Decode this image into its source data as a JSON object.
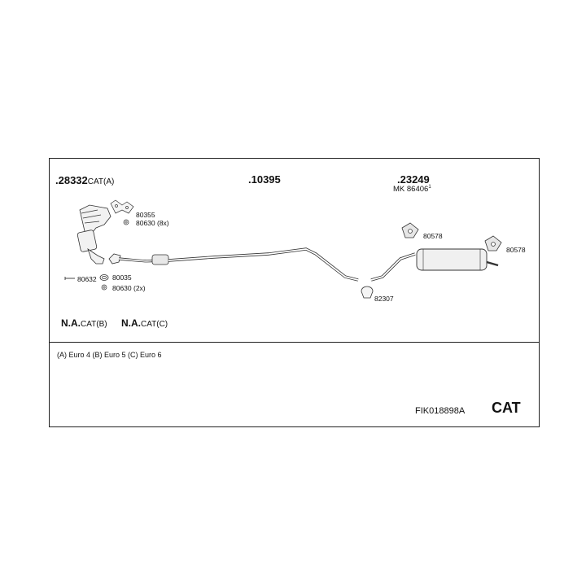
{
  "parts": {
    "front": {
      "number": ".28332",
      "suffix": "CAT(A)"
    },
    "middle": {
      "number": ".10395"
    },
    "rear": {
      "number": ".23249",
      "mk": "MK  86406",
      "mk_sup": "1"
    }
  },
  "labels": {
    "l80355": "80355",
    "l80630_8x": "80630 (8x)",
    "l80632": "80632",
    "l80035": "80035",
    "l80630_2x": "80630 (2x)",
    "l82307": "82307",
    "l80578_a": "80578",
    "l80578_b": "80578"
  },
  "na": {
    "b": {
      "prefix": "N.A.",
      "suffix": "CAT(B)"
    },
    "c": {
      "prefix": "N.A.",
      "suffix": "CAT(C)"
    }
  },
  "notes": {
    "euro": "(A) Euro 4 (B) Euro 5 (C) Euro 6"
  },
  "footer": {
    "code": "FIK018898A",
    "cat": "CAT"
  }
}
